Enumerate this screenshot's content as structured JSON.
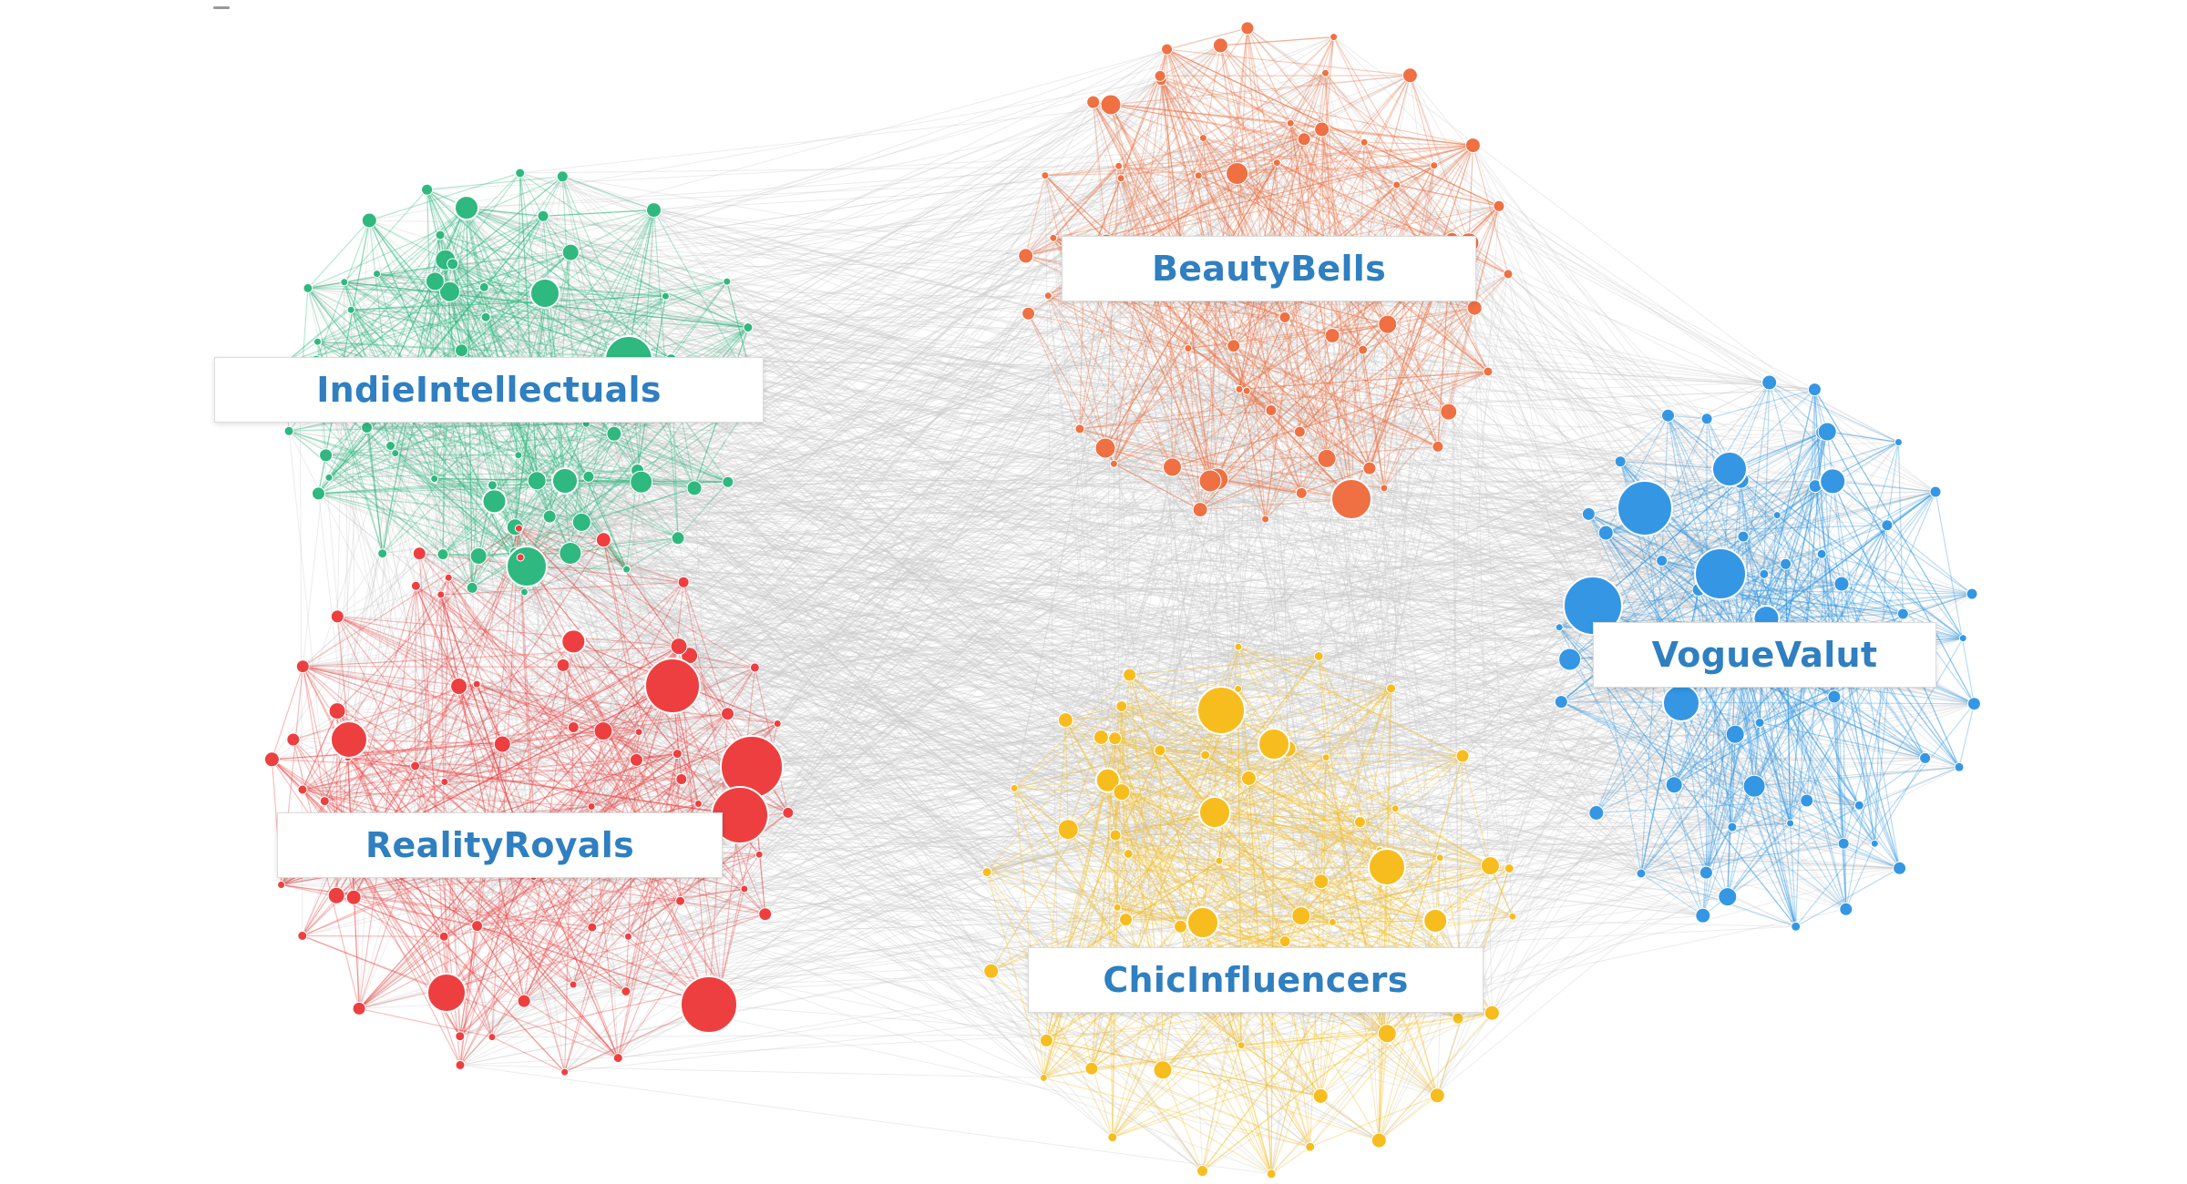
{
  "diagram": {
    "type": "network-clusters",
    "edge_color_between_clusters": "#c8c8c8",
    "communities": [
      {
        "id": "indie",
        "label": "IndieIntellectuals",
        "color": "#2fb87f"
      },
      {
        "id": "beauty",
        "label": "BeautyBells",
        "color": "#ef7043"
      },
      {
        "id": "vogue",
        "label": "VogueValut",
        "color": "#3597e3"
      },
      {
        "id": "reality",
        "label": "RealityRoyals",
        "color": "#ee3f40"
      },
      {
        "id": "chic",
        "label": "ChicInfluencers",
        "color": "#f7bd1f"
      }
    ]
  },
  "labels": {
    "indie": "IndieIntellectuals",
    "beauty": "BeautyBells",
    "vogue": "VogueValut",
    "reality": "RealityRoyals",
    "chic": "ChicInfluencers"
  }
}
